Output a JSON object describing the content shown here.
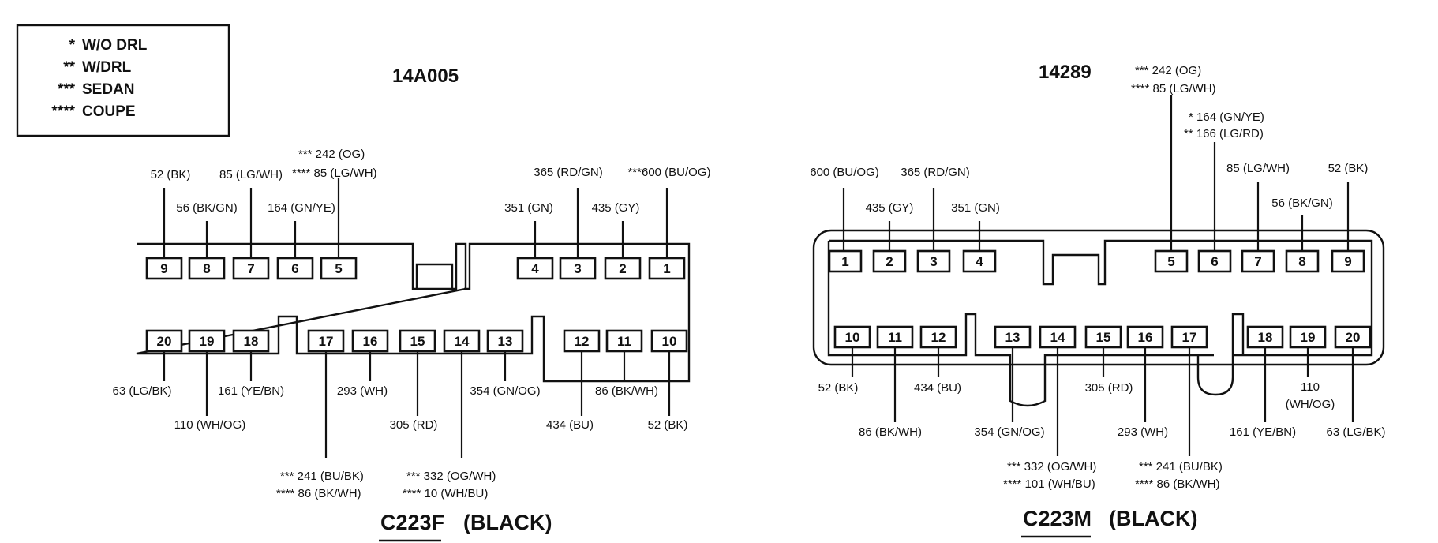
{
  "legend": [
    {
      "mark": "*",
      "text": "W/O DRL"
    },
    {
      "mark": "**",
      "text": "W/DRL"
    },
    {
      "mark": "***",
      "text": "SEDAN"
    },
    {
      "mark": "****",
      "text": "COUPE"
    }
  ],
  "left": {
    "part_number": "14A005",
    "connector_id": "C223F",
    "color": "(BLACK)",
    "top_pins": [
      "9",
      "8",
      "7",
      "6",
      "5",
      "4",
      "3",
      "2",
      "1"
    ],
    "bottom_pins": [
      "20",
      "19",
      "18",
      "17",
      "16",
      "15",
      "14",
      "13",
      "12",
      "11",
      "10"
    ],
    "top_labels": [
      "52  (BK)",
      "56 (BK/GN)",
      "85 (LG/WH)",
      "164 (GN/YE)",
      "***  242 (OG)",
      "****  85 (LG/WH)",
      "351 (GN)",
      "365 (RD/GN)",
      "435 (GY)",
      "***600  (BU/OG)"
    ],
    "bottom_labels": [
      "63 (LG/BK)",
      "110 (WH/OG)",
      "161 (YE/BN)",
      "***  241 (BU/BK)",
      "****  86 (BK/WH)",
      "293 (WH)",
      "305 (RD)",
      "***  332 (OG/WH)",
      "****  10 (WH/BU)",
      "354 (GN/OG)",
      "434 (BU)",
      "86 (BK/WH)",
      "52 (BK)"
    ]
  },
  "right": {
    "part_number": "14289",
    "connector_id": "C223M",
    "color": "(BLACK)",
    "top_pins": [
      "1",
      "2",
      "3",
      "4",
      "5",
      "6",
      "7",
      "8",
      "9"
    ],
    "bottom_pins": [
      "10",
      "11",
      "12",
      "13",
      "14",
      "15",
      "16",
      "17",
      "18",
      "19",
      "20"
    ],
    "top_labels": [
      "600 (BU/OG)",
      "435 (GY)",
      "365 (RD/GN)",
      "351 (GN)",
      "***  242 (OG)",
      "****  85 (LG/WH)",
      "* 164 (GN/YE)",
      "** 166 (LG/RD)",
      "85 (LG/WH)",
      "56 (BK/GN)",
      "52 (BK)"
    ],
    "bottom_labels": [
      "52 (BK)",
      "86 (BK/WH)",
      "434 (BU)",
      "354 (GN/OG)",
      "***  332 (OG/WH)",
      "****  101 (WH/BU)",
      "305 (RD)",
      "293 (WH)",
      "***  241 (BU/BK)",
      "****  86 (BK/WH)",
      "161 (YE/BN)",
      "110",
      "(WH/OG)",
      "63 (LG/BK)"
    ]
  }
}
